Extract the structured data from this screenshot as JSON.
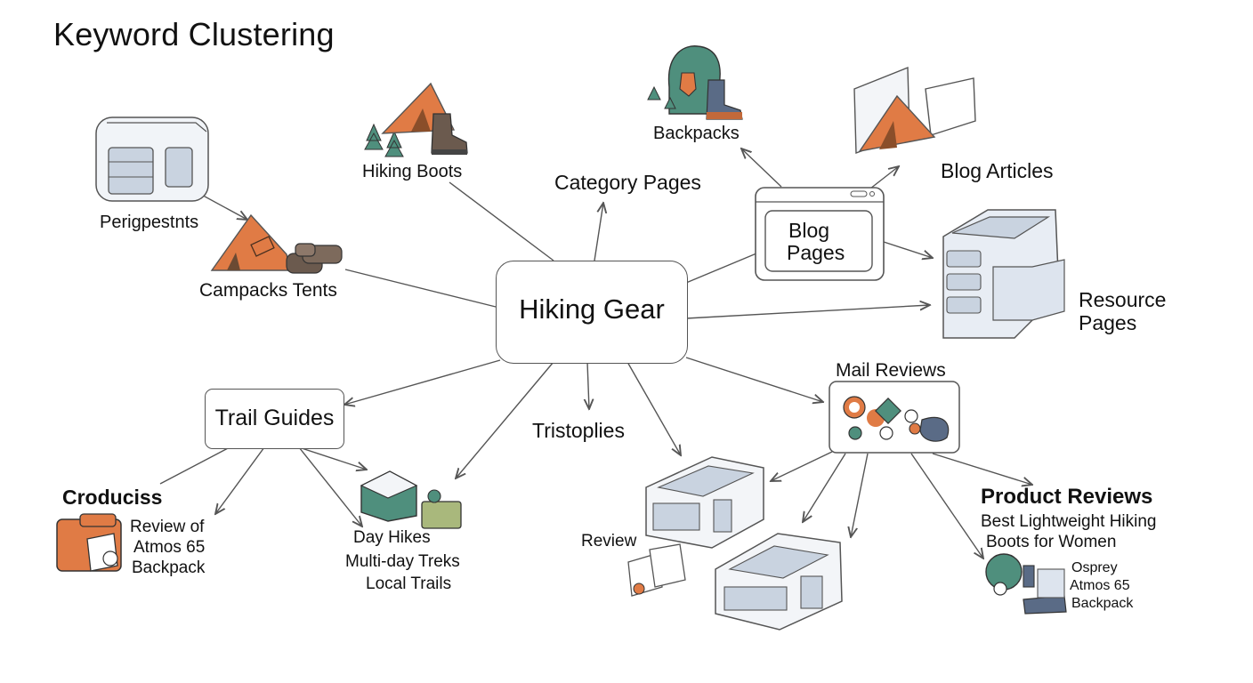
{
  "title": "Keyword Clustering",
  "center": "Hiking Gear",
  "nodes": {
    "backpacks": "Backpacks",
    "hiking_boots": "Hiking Boots",
    "category_pages": "Category Pages",
    "blog_articles": "Blog Articles",
    "blog_pages": [
      "Blog",
      "Pages"
    ],
    "periggestnts": "Perigpestnts",
    "campacks_tents": "Campacks Tents",
    "resource_pages": [
      "Resource",
      "Pages"
    ],
    "mail_reviews": "Mail Reviews",
    "trail_guides": "Trail Guides",
    "tristoplies": "Tristoplies",
    "croduciss": "Croduciss",
    "review_of": [
      "Review of",
      "Atmos 65",
      "Backpack"
    ],
    "trail_types": [
      "Day Hikes",
      "Multi-day Treks",
      "Local Trails"
    ],
    "review": "Review",
    "product_reviews": "Product Reviews",
    "best_lightweight": [
      "Best Lightweight Hiking",
      "Boots for Women"
    ],
    "osprey": [
      "Osprey",
      "Atmos 65",
      "Backpack"
    ]
  },
  "colors": {
    "orange": "#e07b45",
    "teal": "#4f8f7d",
    "slate": "#5a6b86",
    "panel": "#e8edf4",
    "panel_dark": "#c9d3e0",
    "line": "#555555",
    "brown": "#6b5a4e"
  },
  "icons": [
    "tent-icon",
    "boot-icon",
    "tree-icon",
    "backpack-icon",
    "browser-window-icon",
    "stacked-pages-icon",
    "cube-box-icon",
    "review-badges-icon",
    "camp-gear-icon"
  ]
}
